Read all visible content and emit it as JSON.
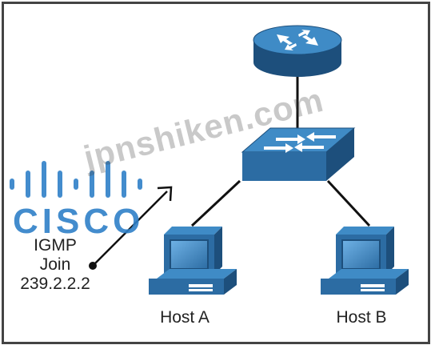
{
  "colors": {
    "device_blue": "#2c6ca3",
    "device_top": "#3f8bc6",
    "device_dark": "#1d4f7c",
    "link": "#111111",
    "cisco_logo": "#2f80c8",
    "frame": "#444444"
  },
  "devices": {
    "router": {
      "icon": "router-icon"
    },
    "switch": {
      "icon": "switch-icon"
    },
    "host_a": {
      "icon": "computer-icon",
      "label": "Host A"
    },
    "host_b": {
      "icon": "computer-icon",
      "label": "Host B"
    }
  },
  "annotation": {
    "line1": "IGMP",
    "line2": "Join",
    "line3": "239.2.2.2"
  },
  "watermarks": {
    "logo_text": "CISCO",
    "site_text": "jpnshiken.com"
  }
}
